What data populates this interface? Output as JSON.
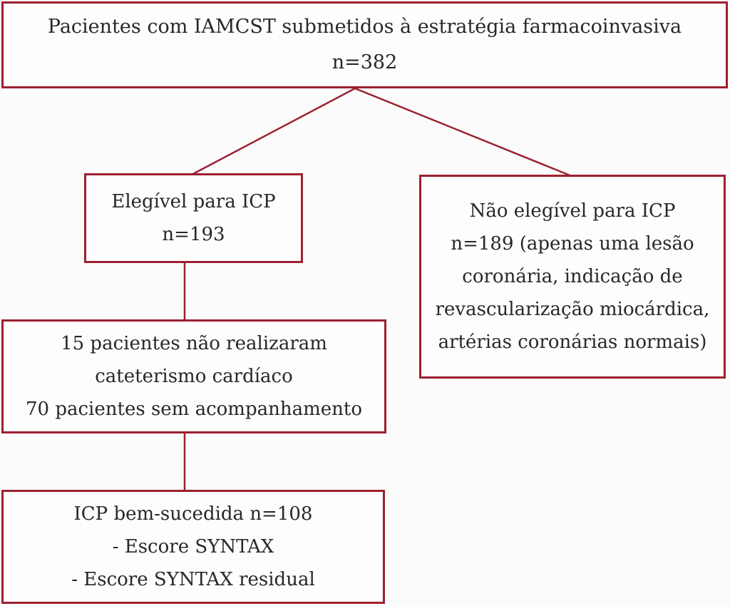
{
  "diagram": {
    "type": "flowchart",
    "language": "pt-BR",
    "accent_color": "#9c2031",
    "text_color": "#2b2627",
    "background_color": "#fbfbfb",
    "nodes": {
      "root": {
        "lines": [
          "Pacientes com IAMCST submetidos à estratégia farmacoinvasiva",
          "n=382"
        ],
        "n": 382
      },
      "eligible": {
        "lines": [
          "Elegível para ICP",
          "n=193"
        ],
        "n": 193
      },
      "not_eligible": {
        "lines": [
          "Não elegível para ICP",
          "n=189 (apenas uma lesão",
          "coronária, indicação de",
          "revascularização miocárdica,",
          "artérias coronárias normais)"
        ],
        "n": 189
      },
      "exclusions": {
        "lines": [
          "15 pacientes não realizaram",
          "cateterismo cardíaco",
          "70 pacientes sem acompanhamento"
        ]
      },
      "outcome": {
        "lines": [
          "ICP bem-sucedida n=108",
          "- Escore SYNTAX",
          "- Escore SYNTAX residual"
        ],
        "n": 108
      }
    },
    "edges": [
      {
        "from": "root",
        "to": "eligible"
      },
      {
        "from": "root",
        "to": "not_eligible"
      },
      {
        "from": "eligible",
        "to": "exclusions"
      },
      {
        "from": "exclusions",
        "to": "outcome"
      }
    ]
  }
}
